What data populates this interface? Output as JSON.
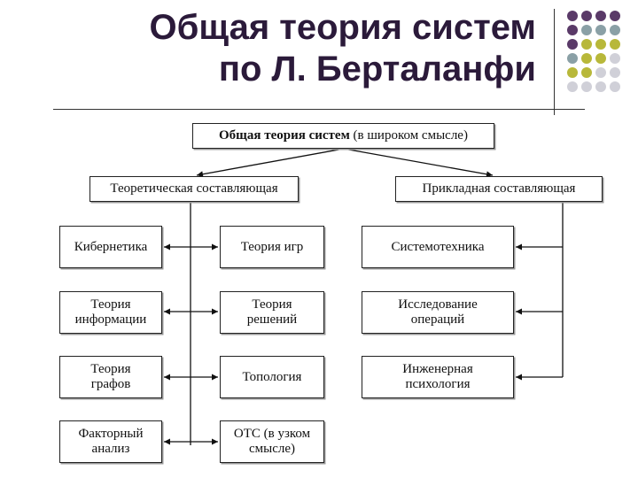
{
  "slide": {
    "title_line1": "Общая теория систем",
    "title_line2": "по Л. Берталанфи"
  },
  "decor": {
    "dot_colors": [
      "#5a3a68",
      "#8aa0a6",
      "#b8b83a",
      "#d0d0d8"
    ]
  },
  "diagram": {
    "root": {
      "bold": "Общая теория систем",
      "rest": " (в широком смысле)"
    },
    "theoretical": "Теоретическая составляющая",
    "applied": "Прикладная составляющая",
    "left_col": [
      {
        "line1": "Кибернетика",
        "line2": ""
      },
      {
        "line1": "Теория",
        "line2": "информации"
      },
      {
        "line1": "Теория",
        "line2": "графов"
      },
      {
        "line1": "Факторный",
        "line2": "анализ"
      }
    ],
    "mid_col": [
      {
        "line1": "Теория игр",
        "line2": ""
      },
      {
        "line1": "Теория",
        "line2": "решений"
      },
      {
        "line1": "Топология",
        "line2": ""
      },
      {
        "line1": "ОТС (в узком",
        "line2": "смысле)"
      }
    ],
    "right_col": [
      {
        "line1": "Системотехника",
        "line2": ""
      },
      {
        "line1": "Исследование",
        "line2": "операций"
      },
      {
        "line1": "Инженерная",
        "line2": "психология"
      }
    ]
  }
}
